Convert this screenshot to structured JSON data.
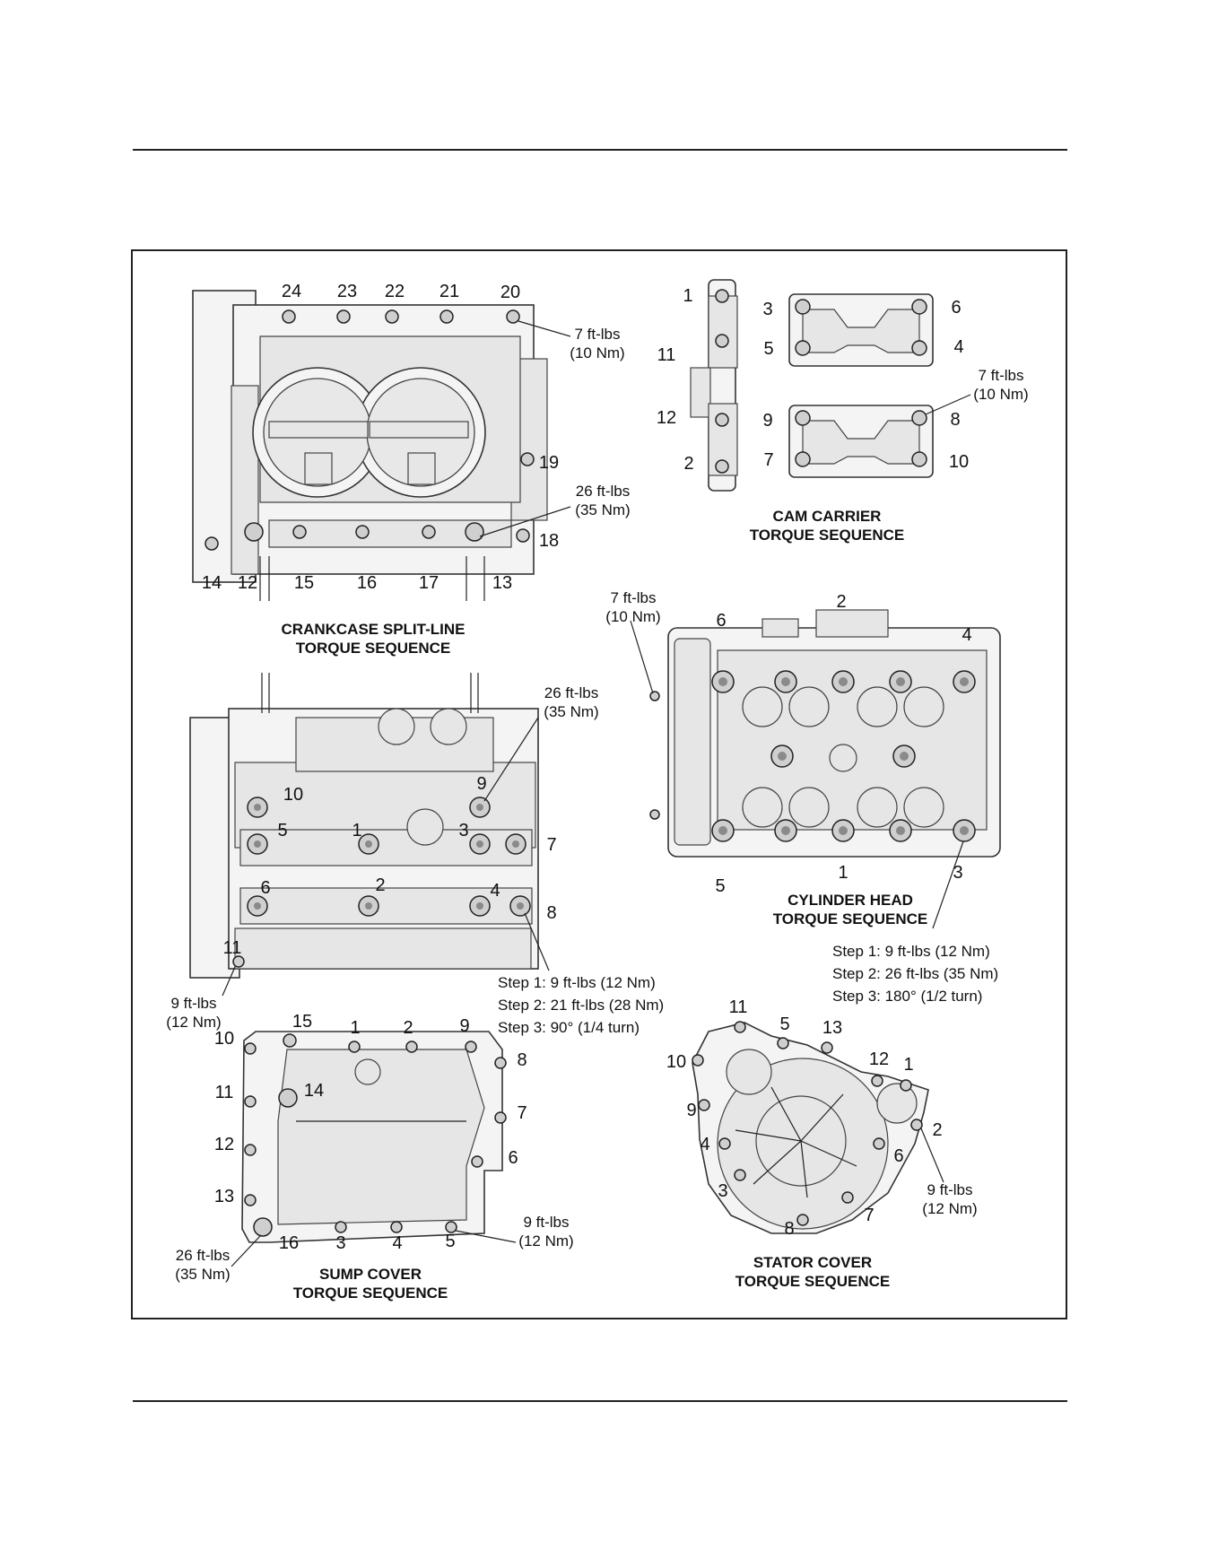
{
  "crankcase": {
    "title_1": "CRANKCASE SPLIT-LINE",
    "title_2": "TORQUE SEQUENCE",
    "torque_small_1": "7 ft-lbs",
    "torque_small_2": "(10 Nm)",
    "torque_large_1": "26 ft-lbs",
    "torque_large_2": "(35 Nm)",
    "numbers": [
      "24",
      "23",
      "22",
      "21",
      "20",
      "19",
      "18",
      "14",
      "12",
      "15",
      "16",
      "17",
      "13"
    ]
  },
  "cam_carrier": {
    "title_1": "CAM CARRIER",
    "title_2": "TORQUE SEQUENCE",
    "torque_1": "7 ft-lbs",
    "torque_2": "(10 Nm)",
    "numbers": [
      "1",
      "11",
      "12",
      "2",
      "3",
      "6",
      "5",
      "4",
      "9",
      "8",
      "7",
      "10"
    ]
  },
  "cylinder_head": {
    "title_1": "CYLINDER HEAD",
    "title_2": "TORQUE SEQUENCE",
    "torque_1": "7 ft-lbs",
    "torque_2": "(10 Nm)",
    "numbers": [
      "2",
      "6",
      "4",
      "5",
      "1",
      "3"
    ],
    "steps": [
      "Step 1: 9 ft-lbs (12 Nm)",
      "Step 2: 26 ft-lbs (35 Nm)",
      "Step 3: 180° (1/2 turn)"
    ]
  },
  "lower_crankcase": {
    "torque_large_1": "26 ft-lbs",
    "torque_large_2": "(35 Nm)",
    "torque_small_1": "9 ft-lbs",
    "torque_small_2": "(12 Nm)",
    "numbers": [
      "10",
      "9",
      "5",
      "1",
      "3",
      "7",
      "6",
      "2",
      "4",
      "8",
      "11"
    ],
    "steps": [
      "Step 1: 9 ft-lbs (12 Nm)",
      "Step 2: 21 ft-lbs (28 Nm)",
      "Step 3: 90° (1/4 turn)"
    ]
  },
  "sump_cover": {
    "title_1": "SUMP COVER",
    "title_2": "TORQUE SEQUENCE",
    "torque_small_1": "9 ft-lbs",
    "torque_small_2": "(12 Nm)",
    "torque_large_1": "26 ft-lbs",
    "torque_large_2": "(35 Nm)",
    "numbers": [
      "15",
      "1",
      "2",
      "9",
      "10",
      "8",
      "11",
      "14",
      "7",
      "12",
      "6",
      "13",
      "16",
      "3",
      "4",
      "5"
    ]
  },
  "stator_cover": {
    "title_1": "STATOR COVER",
    "title_2": "TORQUE SEQUENCE",
    "torque_1": "9 ft-lbs",
    "torque_2": "(12 Nm)",
    "numbers": [
      "11",
      "5",
      "13",
      "10",
      "12",
      "1",
      "9",
      "2",
      "4",
      "6",
      "3",
      "7",
      "8"
    ]
  }
}
